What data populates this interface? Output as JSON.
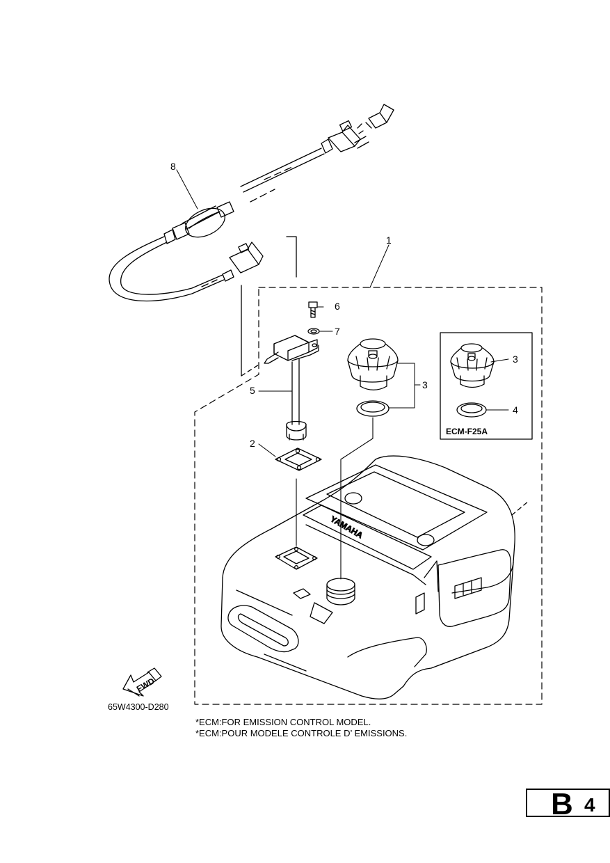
{
  "callouts": {
    "c1": "1",
    "c2": "2",
    "c3a": "3",
    "c3b": "3",
    "c4": "4",
    "c5": "5",
    "c6": "6",
    "c7": "7",
    "c8": "8"
  },
  "variant_box_label": "ECM-F25A",
  "fwd_label": "FWD",
  "brand_mark": "YAMAHA",
  "drawing_code": "65W4300-D280",
  "notes": {
    "line1": "*ECM:FOR EMISSION CONTROL MODEL.",
    "line2": "*ECM:POUR MODELE CONTROLE D’ EMISSIONS."
  },
  "page_id": {
    "letter": "B",
    "number": "4"
  }
}
